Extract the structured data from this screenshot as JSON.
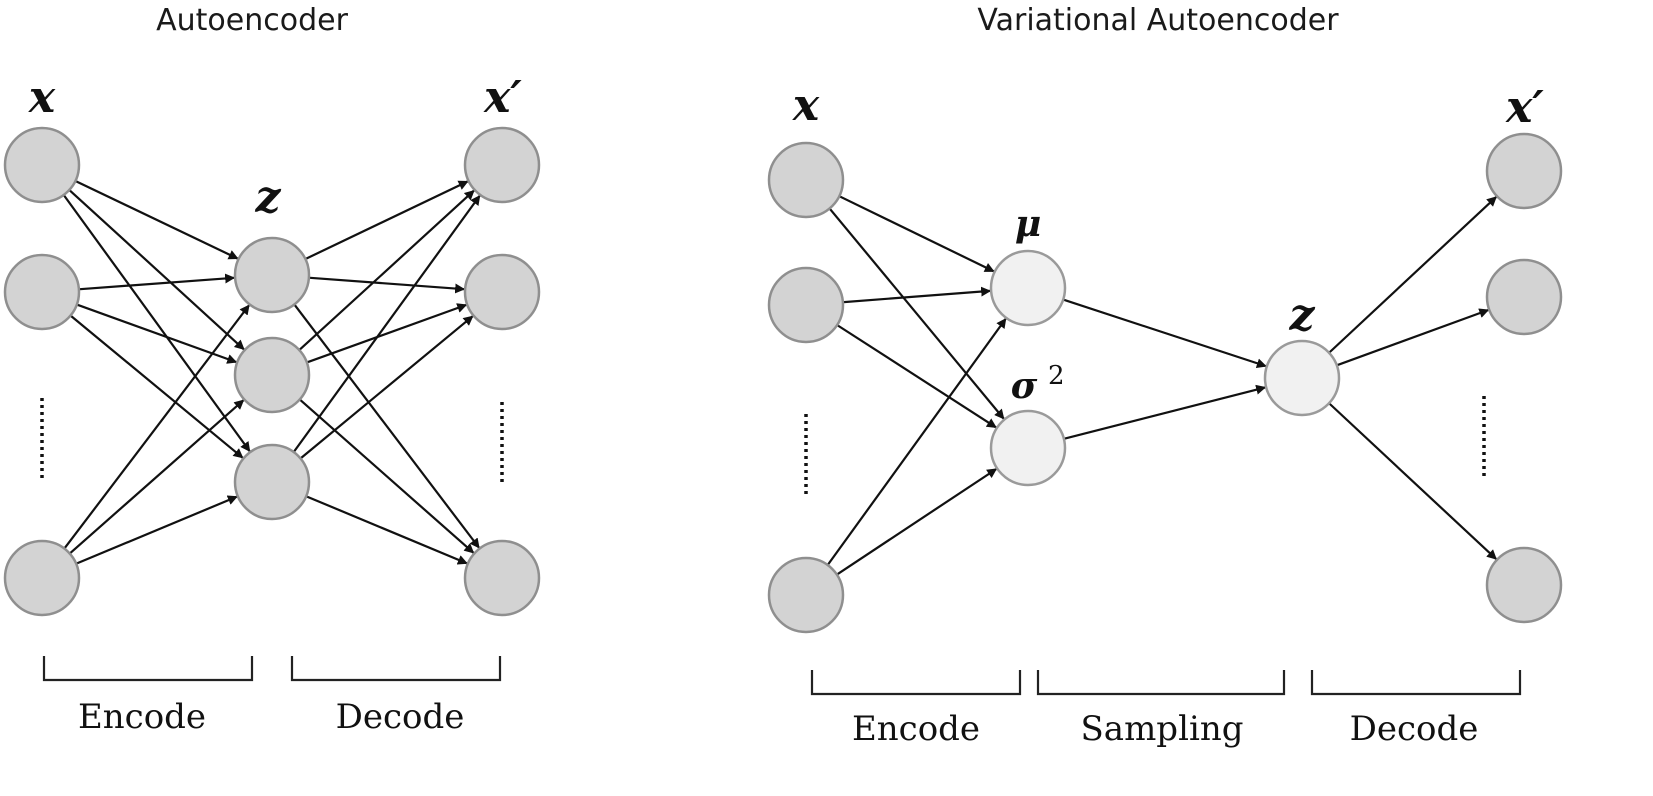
{
  "left_panel": {
    "title": "Autoencoder",
    "input_label": "x",
    "latent_label": "z",
    "output_label": "x′",
    "stage_labels": {
      "encode": "Encode",
      "decode": "Decode"
    }
  },
  "right_panel": {
    "title": "Variational Autoencoder",
    "input_label": "x",
    "mu_label": "μ",
    "sigma_label": "σ",
    "sigma_exponent": "2",
    "latent_label": "z",
    "output_label": "x′",
    "stage_labels": {
      "encode": "Encode",
      "sampling": "Sampling",
      "decode": "Decode"
    }
  },
  "colors": {
    "node_fill": "#d3d3d3",
    "node_light_fill": "#f1f1f1",
    "node_stroke": "#8f8f8f",
    "edge": "#111111"
  }
}
